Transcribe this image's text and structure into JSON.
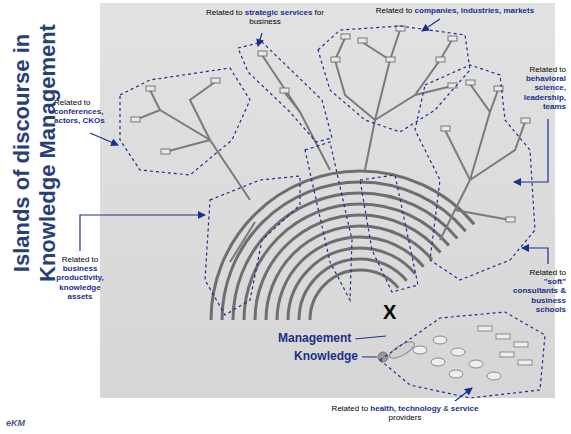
{
  "diagram": {
    "title": "Islands of discourse in Knowledge Management",
    "labels": [
      "Related to",
      "strategic services",
      "for business",
      "Related to",
      "companies, industries, markets",
      "Related to",
      "behavioral science, leadership, teams",
      "Related to",
      "conferences, actors, CKOs",
      "Related to",
      "business productivity, knowledge assets",
      "Related to",
      "\"soft\" consultants & business schools",
      "Related to",
      "health, technology",
      "&",
      "service",
      "providers",
      "X",
      "Management",
      "Knowledge",
      "eKM"
    ]
  }
}
